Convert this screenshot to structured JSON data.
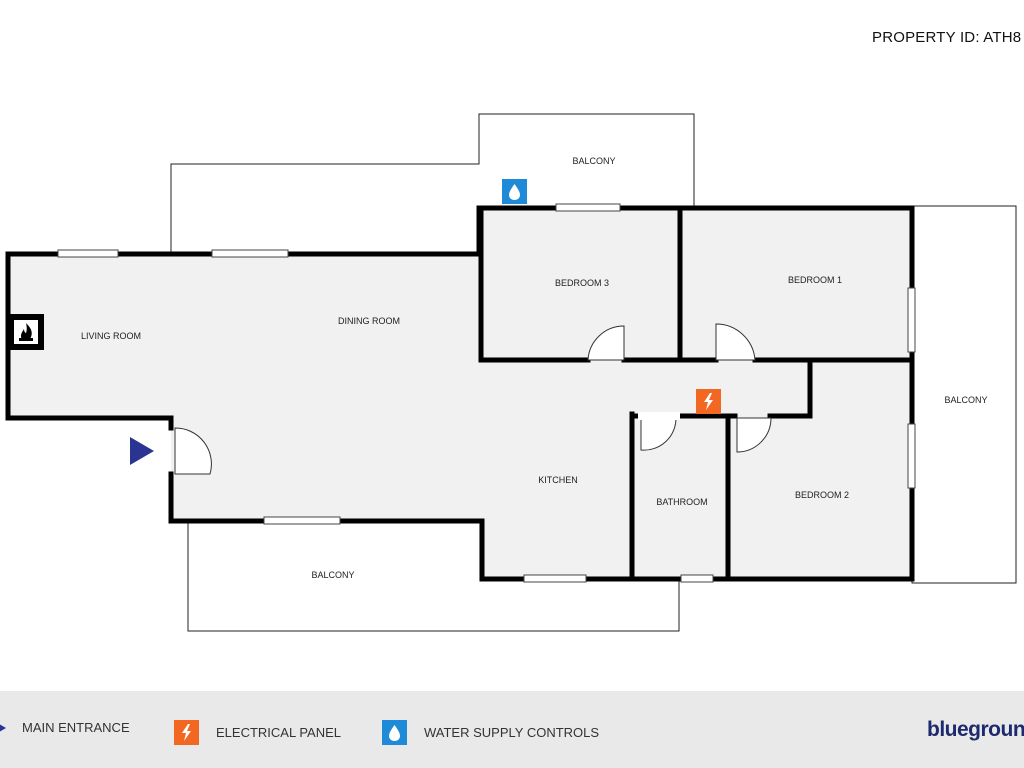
{
  "property_id": "PROPERTY ID: ATH8",
  "rooms": {
    "living_room": "LIVING ROOM",
    "dining_room": "DINING ROOM",
    "kitchen": "KITCHEN",
    "bedroom_1": "BEDROOM 1",
    "bedroom_2": "BEDROOM 2",
    "bedroom_3": "BEDROOM 3",
    "bathroom": "BATHROOM",
    "balcony_top": "BALCONY",
    "balcony_right": "BALCONY",
    "balcony_bottom": "BALCONY"
  },
  "legend": {
    "main_entrance": "MAIN ENTRANCE",
    "electrical_panel": "ELECTRICAL PANEL",
    "water_supply": "WATER SUPPLY CONTROLS"
  },
  "brand": "bluegroun",
  "colors": {
    "floor": "#f1f1f2",
    "wall": "#000000",
    "entrance_arrow": "#2a3591",
    "electrical": "#f26722",
    "water": "#1f8ad8",
    "legend_bg": "#e9e9ea",
    "brand": "#1e2a6e"
  },
  "icons": {
    "fireplace": "fireplace-icon",
    "entrance": "entrance-arrow-icon",
    "electrical": "lightning-icon",
    "water": "water-drop-icon"
  }
}
